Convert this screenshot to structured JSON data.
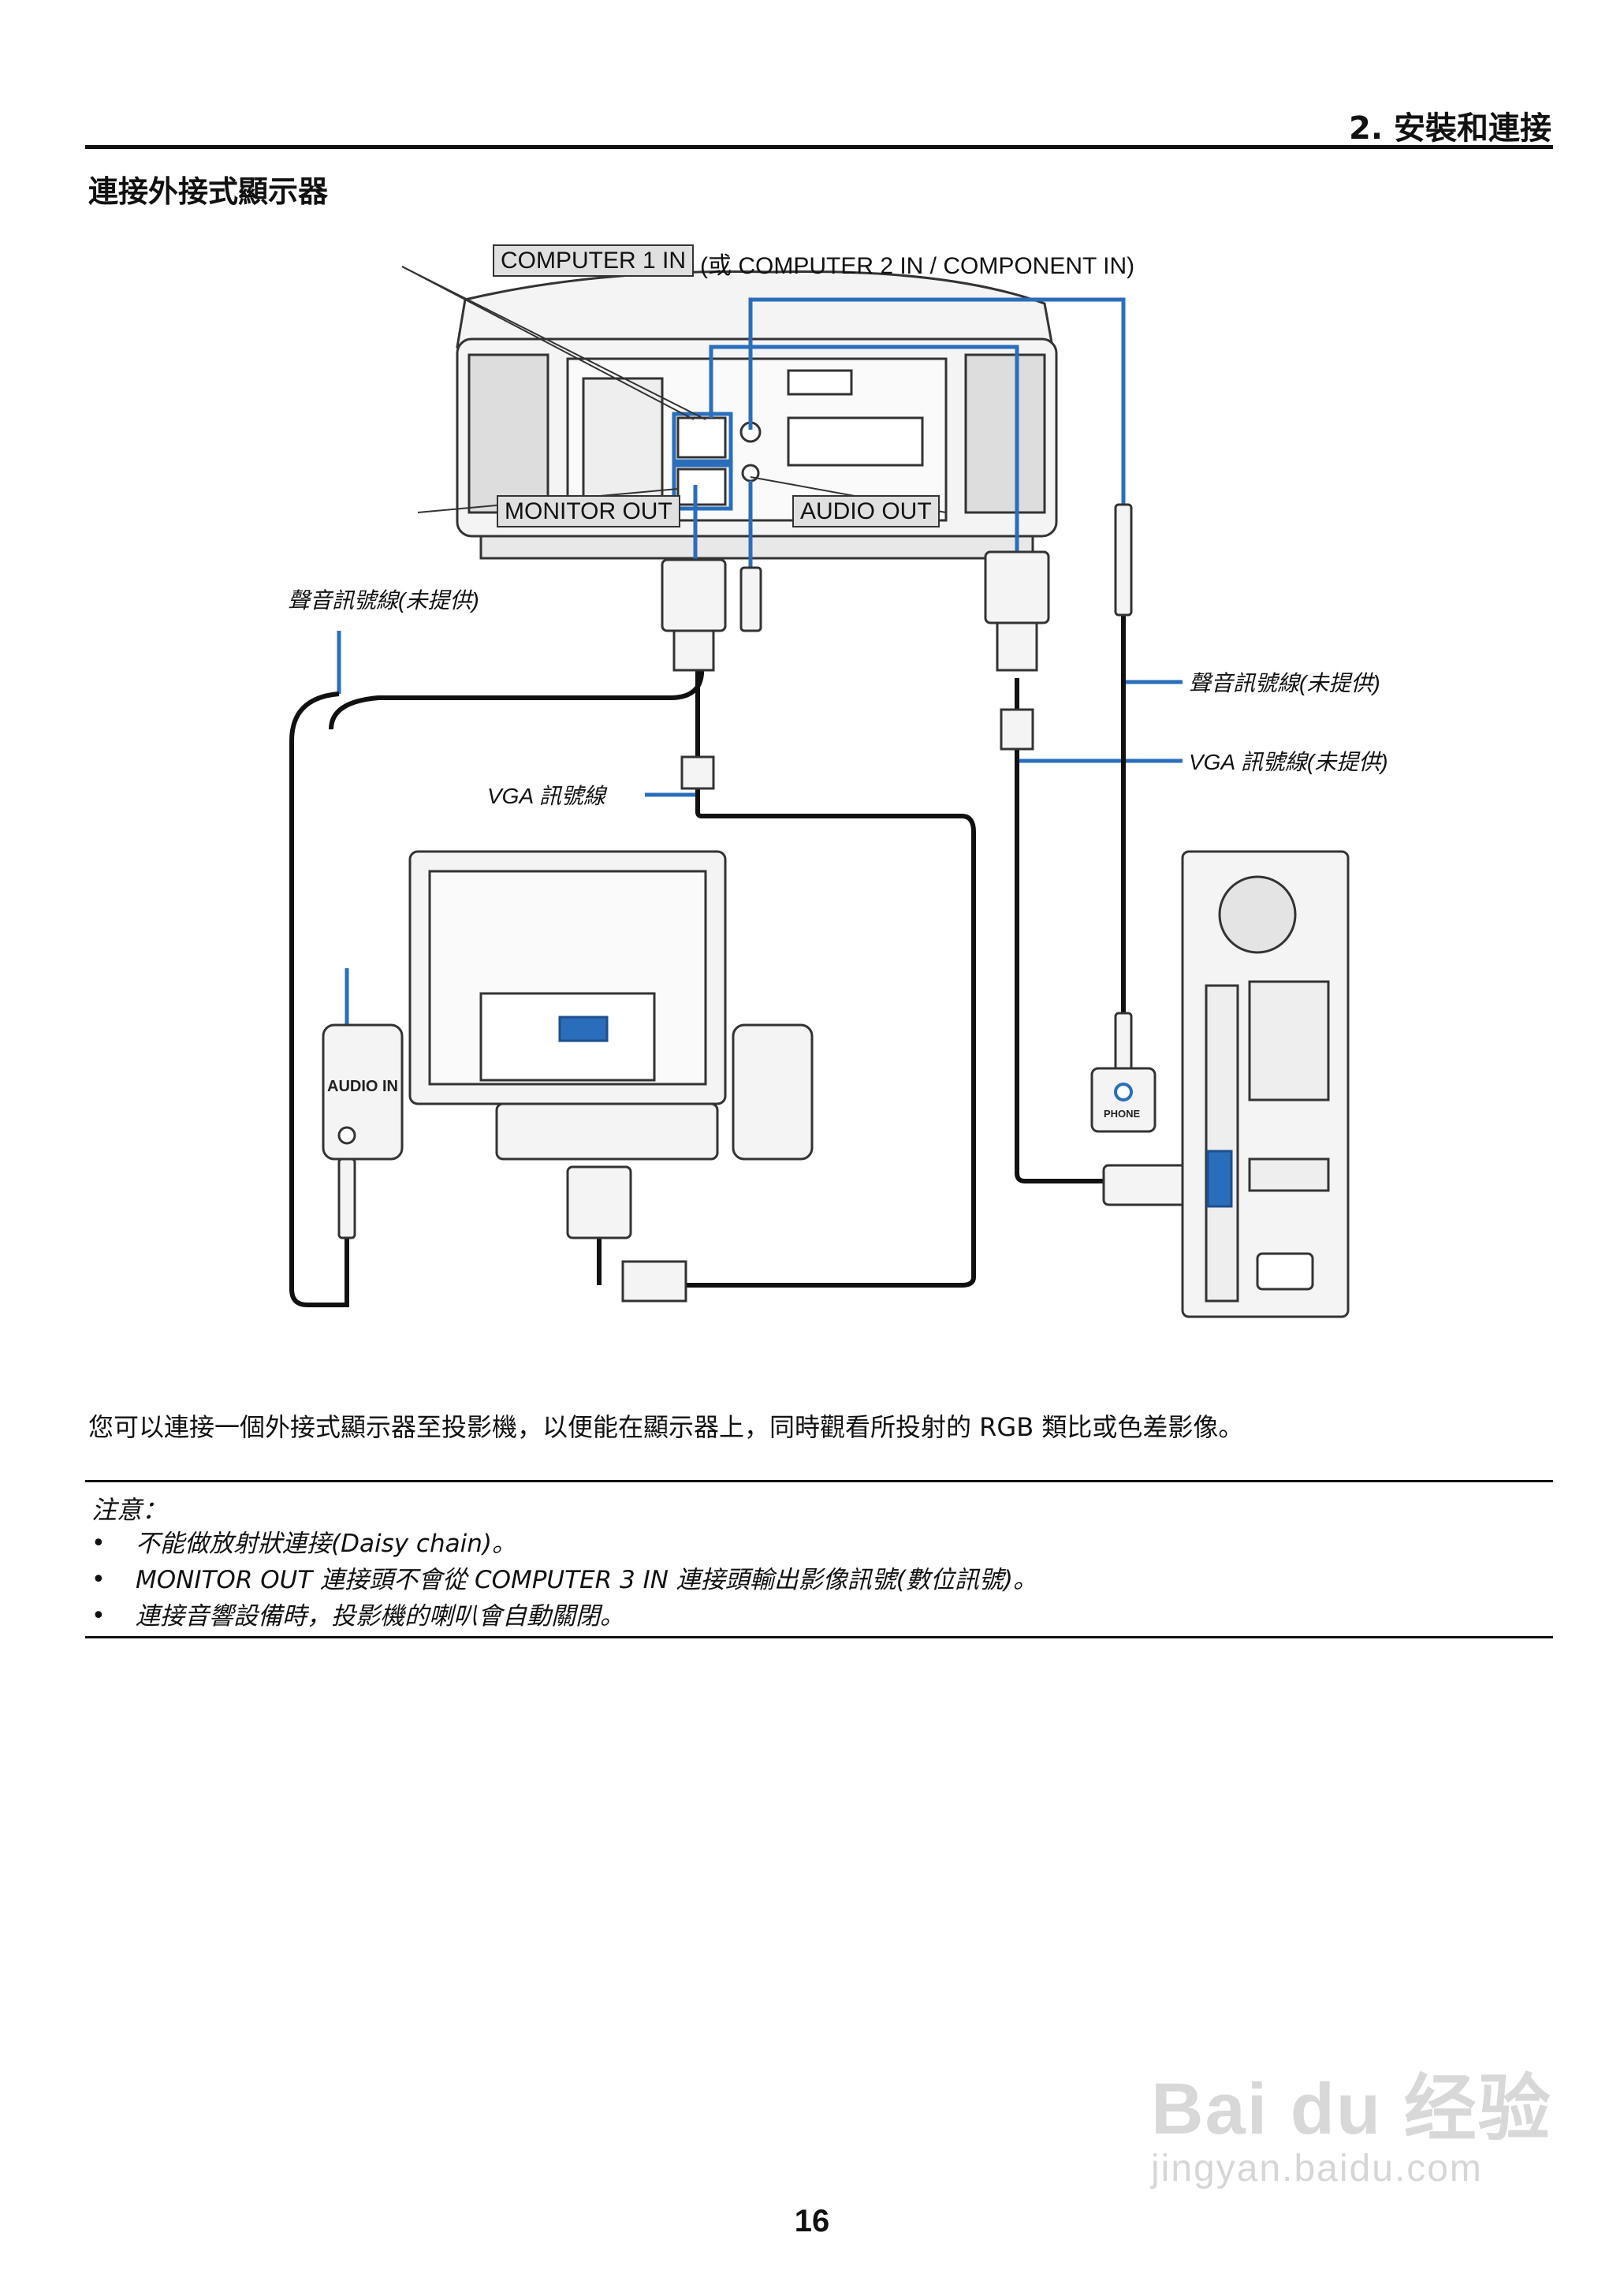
{
  "header": {
    "chapter": "2. 安裝和連接"
  },
  "section": {
    "title": "連接外接式顯示器"
  },
  "diagram": {
    "labels": {
      "computer1_in": "COMPUTER 1 IN",
      "computer_alt": "(或 COMPUTER 2 IN / COMPONENT IN)",
      "monitor_out": "MONITOR OUT",
      "audio_out": "AUDIO OUT",
      "audio_cable_left": "聲音訊號線(未提供)",
      "audio_cable_right": "聲音訊號線(未提供)",
      "vga_cable_right": "VGA 訊號線(未提供)",
      "vga_cable_mid": "VGA 訊號線",
      "audio_in": "AUDIO IN",
      "phone": "PHONE"
    },
    "colors": {
      "cable_blue": "#2a6ebb",
      "cable_black": "#111111",
      "device_outline": "#333333",
      "device_fill": "#f4f4f4"
    }
  },
  "body": {
    "paragraph": "您可以連接一個外接式顯示器至投影機，以便能在顯示器上，同時觀看所投射的 RGB 類比或色差影像。"
  },
  "note": {
    "title": "注意：",
    "bullet": "•",
    "items": [
      "不能做放射狀連接(Daisy chain)。",
      "MONITOR OUT 連接頭不會從 COMPUTER 3 IN 連接頭輸出影像訊號(數位訊號)。",
      "連接音響設備時，投影機的喇叭會自動關閉。"
    ]
  },
  "footer": {
    "page_number": "16"
  },
  "watermark": {
    "brand": "Bai du 经验",
    "url": "jingyan.baidu.com"
  }
}
